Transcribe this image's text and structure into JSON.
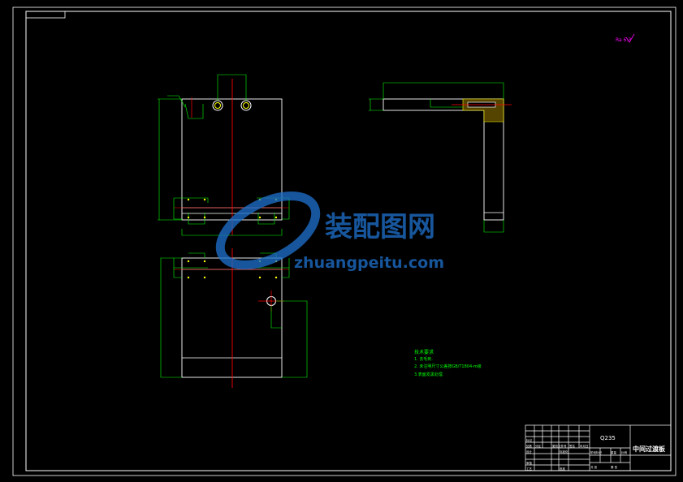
{
  "colors": {
    "background": "#000000",
    "outline": "#ffffff",
    "dimension": "#00ff00",
    "centerline": "#ff0000",
    "hatch": "#ffff00",
    "note": "#ff00ff",
    "watermark": "#1e6fc8"
  },
  "corner_note": "Ra 6.3",
  "watermark": {
    "brand_cn": "装配图网",
    "brand_url": "zhuangpeitu.com"
  },
  "tech_notes": {
    "title": "技术要求",
    "lines": [
      "1. 去毛刺.",
      "2. 未注明尺寸公差按GB/T1804-m级",
      "3.表面发黑处理."
    ]
  },
  "title_block": {
    "material": "Q235",
    "part_name": "中间过渡板",
    "row_labels": [
      "标记",
      "设计",
      "审核",
      "工艺"
    ],
    "header_cells": [
      "处数",
      "分区",
      "更改文件号",
      "签名",
      "年月日"
    ],
    "mid_cells": [
      "标准化",
      "批准"
    ],
    "right_cells": [
      "阶段标记",
      "重量",
      "比例",
      "共 张",
      "第 张"
    ]
  }
}
